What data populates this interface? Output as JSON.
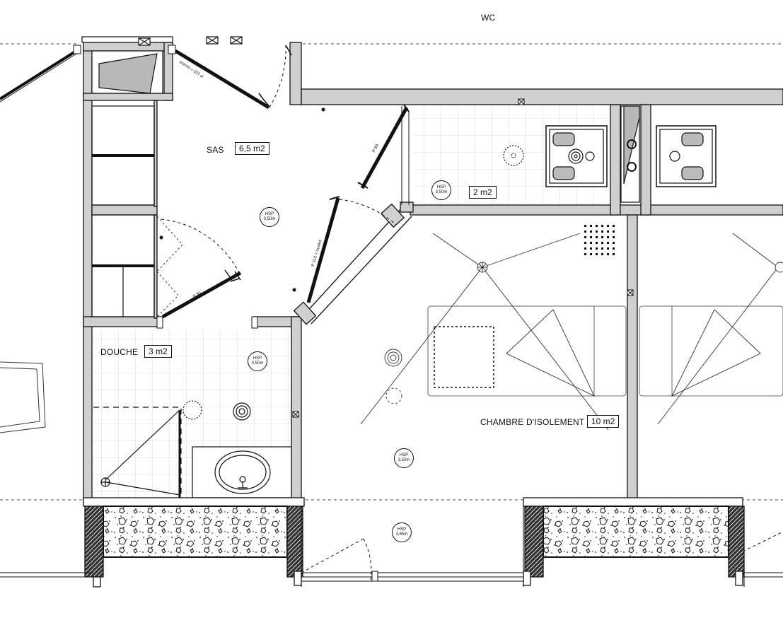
{
  "plan": {
    "rooms": {
      "wc_top": {
        "label": "WC"
      },
      "sas": {
        "label": "SAS",
        "area": "6,5 m2"
      },
      "douche": {
        "label": "DOUCHE",
        "area": "3 m2"
      },
      "wc": {
        "area": "2 m2"
      },
      "chambre": {
        "label": "CHAMBRE D'ISOLEMENT",
        "area": "10 m2"
      }
    },
    "hsp": [
      {
        "label": "HSP",
        "value": "3,50m"
      },
      {
        "label": "HSP",
        "value": "3,50m"
      },
      {
        "label": "HSP",
        "value": "3,50m"
      },
      {
        "label": "HSP",
        "value": "3,50m"
      },
      {
        "label": "HSP",
        "value": "3,65m"
      }
    ],
    "doors": {
      "sas_top": "P 110 + oculus",
      "wc": "P 80",
      "chambre": "P 110 + oculus",
      "douche": "P 80"
    }
  }
}
